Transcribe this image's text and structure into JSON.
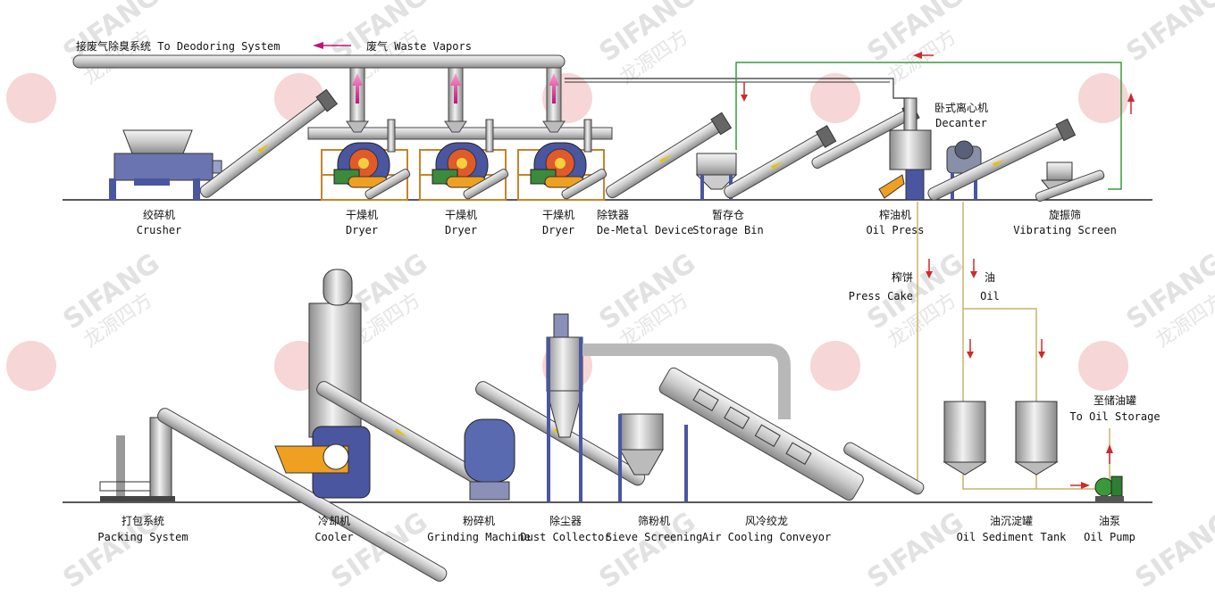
{
  "header": {
    "deodor_label": "接废气除臭系统  To Deodoring System",
    "waste_label": "废气  Waste Vapors"
  },
  "stages_top": [
    {
      "zh": "绞碎机",
      "en": "Crusher"
    },
    {
      "zh": "干燥机",
      "en": "Dryer"
    },
    {
      "zh": "干燥机",
      "en": "Dryer"
    },
    {
      "zh": "干燥机",
      "en": "Dryer"
    },
    {
      "zh": "除铁器",
      "en": "De-Metal Device"
    },
    {
      "zh": "暂存仓",
      "en": "Storage Bin"
    },
    {
      "zh": "榨油机",
      "en": "Oil Press"
    },
    {
      "zh": "旋振筛",
      "en": "Vibrating Screen"
    }
  ],
  "decanter": {
    "zh": "卧式离心机",
    "en": "Decanter"
  },
  "press_cake": {
    "zh": "榨饼",
    "en": "Press Cake"
  },
  "oil": {
    "zh": "油",
    "en": "Oil"
  },
  "to_storage": {
    "zh": "至储油罐",
    "en": "To Oil Storage"
  },
  "stages_bottom": [
    {
      "zh": "打包系统",
      "en": "Packing System"
    },
    {
      "zh": "冷却机",
      "en": "Cooler"
    },
    {
      "zh": "粉碎机",
      "en": "Grinding Machine"
    },
    {
      "zh": "除尘器",
      "en": "Dust Collector"
    },
    {
      "zh": "筛粉机",
      "en": "Sieve Screening"
    },
    {
      "zh": "风冷绞龙",
      "en": "Air Cooling Conveyor"
    },
    {
      "zh": "油沉淀罐",
      "en": "Oil Sediment Tank"
    },
    {
      "zh": "油泵",
      "en": "Oil Pump"
    }
  ],
  "watermark": {
    "brand": "SIFANG",
    "cn": "龙源四方"
  },
  "colors": {
    "arrow_red": "#cc2b2b",
    "arrow_magenta": "#c0137a",
    "green_line": "#3a9a3a",
    "oil_line": "#c8b46a",
    "motor_orange": "#f0a020",
    "machine_blue": "#4a56a0",
    "frame_yellow": "#e0a030"
  }
}
